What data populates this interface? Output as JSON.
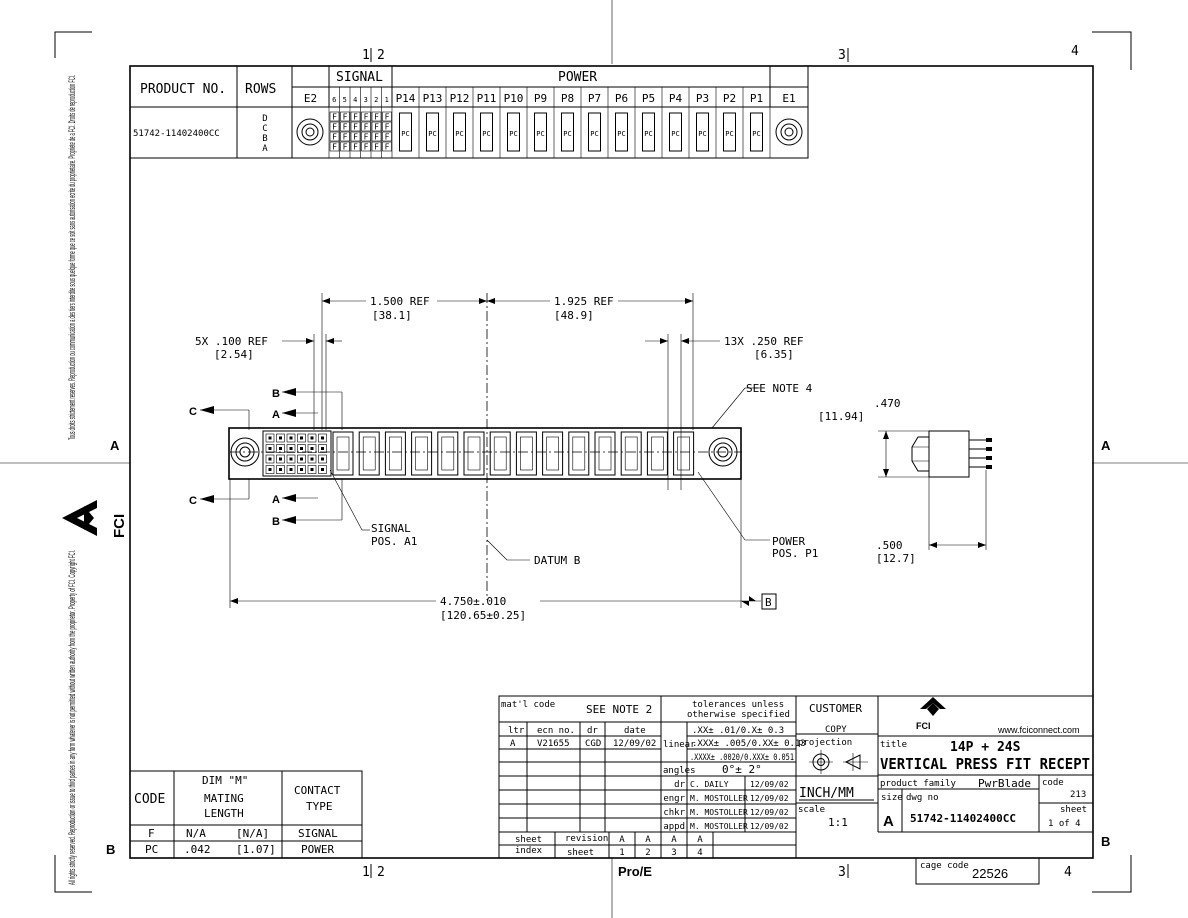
{
  "zones": {
    "top": [
      "1",
      "2",
      "3",
      "4"
    ],
    "side": [
      "A",
      "B"
    ],
    "bottom": [
      "1",
      "2",
      "Pro/E",
      "3",
      "4"
    ]
  },
  "legal": {
    "french": "Tous droits strictement reserves. Reproduction ou communication a des tiers interdite sous quelque forme que ce soit sans autorisation ecrite du proprietaire. Propriete de a FCI. Droits de reproduction FCI.",
    "english": "All rights strictly reserved. Reproduction or issue to third parties in any form whatever is not permitted without written authority from the proprietor. Property of FCI. Copyright FCI."
  },
  "logo": {
    "text": "FCI"
  },
  "layout_table": {
    "product_header": "PRODUCT NO.",
    "rows_header": "ROWS",
    "signal_header": "SIGNAL",
    "power_header": "POWER",
    "columns": [
      "E2",
      "6",
      "5",
      "4",
      "3",
      "2",
      "1",
      "P14",
      "P13",
      "P12",
      "P11",
      "P10",
      "P9",
      "P8",
      "P7",
      "P6",
      "P5",
      "P4",
      "P3",
      "P2",
      "P1",
      "E1"
    ],
    "product_no": "51742-11402400CC",
    "rows": [
      "D",
      "C",
      "B",
      "A"
    ],
    "signal_cell": "F",
    "power_cell": "PC"
  },
  "dims": {
    "ref1500": "1.500 REF",
    "ref1500_mm": "[38.1]",
    "ref1925": "1.925 REF",
    "ref1925_mm": "[48.9]",
    "pitch100": "5X .100 REF",
    "pitch100_mm": "[2.54]",
    "pitch250": "13X .250 REF",
    "pitch250_mm": "[6.35]",
    "see_note4": "SEE NOTE 4",
    "h470": ".470",
    "h470_mm": "[11.94]",
    "w500": ".500",
    "w500_mm": "[12.7]",
    "total": "4.750±.010",
    "total_mm": "[120.65±0.25]",
    "datum_b": "DATUM B",
    "datum_ref": "B",
    "signal_pos": "SIGNAL",
    "signal_pos2": "POS. A1",
    "power_pos": "POWER",
    "power_pos2": "POS. P1",
    "row_labels": {
      "b": "B",
      "a": "A",
      "c": "C"
    }
  },
  "code_table": {
    "code_header": "CODE",
    "dim_header_1": "DIM \"M\"",
    "dim_header_2": "MATING",
    "dim_header_3": "LENGTH",
    "type_header_1": "CONTACT",
    "type_header_2": "TYPE",
    "rows": [
      {
        "code": "F",
        "in": "N/A",
        "mm": "[N/A]",
        "type": "SIGNAL"
      },
      {
        "code": "PC",
        "in": ".042",
        "mm": "[1.07]",
        "type": "POWER"
      }
    ]
  },
  "title_block": {
    "matl_label": "mat'l code",
    "matl_value": "SEE NOTE 2",
    "rev_headers": [
      "ltr",
      "ecn no.",
      "dr",
      "date"
    ],
    "rev_row": {
      "ltr": "A",
      "ecn": "V21655",
      "dr": "CGD",
      "date": "12/09/02"
    },
    "tol_header_1": "tolerances unless",
    "tol_header_2": "otherwise specified",
    "tol_linear": "linear",
    "tol_angles": "angles",
    "tol_1": ".XX± .01/0.X± 0.3",
    "tol_2": ".XXX± .005/0.XX± 0.13",
    "tol_3": ".XXXX± .0020/0.XXX± 0.051",
    "tol_ang": "0°± 2°",
    "signers": [
      {
        "role": "dr",
        "name": "C. DAILY",
        "date": "12/09/02"
      },
      {
        "role": "engr",
        "name": "M. MOSTOLLER",
        "date": "12/09/02"
      },
      {
        "role": "chkr",
        "name": "M. MOSTOLLER",
        "date": "12/09/02"
      },
      {
        "role": "appd",
        "name": "M. MOSTOLLER",
        "date": "12/09/02"
      }
    ],
    "customer": "CUSTOMER",
    "copy": "COPY",
    "projection": "projection",
    "units": "INCH/MM",
    "scale_label": "scale",
    "scale": "1:1",
    "fci": "FCI",
    "website": "www.fciconnect.com",
    "title_label": "title",
    "title_1": "14P + 24S",
    "title_2": "VERTICAL PRESS FIT RECEPT",
    "family_label": "product family",
    "family": "PwrBlade",
    "code_label": "code",
    "code": "213",
    "size_label": "size",
    "size": "A",
    "dwg_label": "dwg no",
    "dwg": "51742-11402400CC",
    "sheet_label": "sheet",
    "sheet": "1 of 4",
    "sheet_index_1": "sheet",
    "sheet_index_2": "index",
    "revision_label": "revision",
    "sheet_row_label": "sheet",
    "rev_letters": [
      "A",
      "A",
      "A",
      "A"
    ],
    "sheet_nums": [
      "1",
      "2",
      "3",
      "4"
    ],
    "cage_label": "cage code",
    "cage": "22526"
  }
}
